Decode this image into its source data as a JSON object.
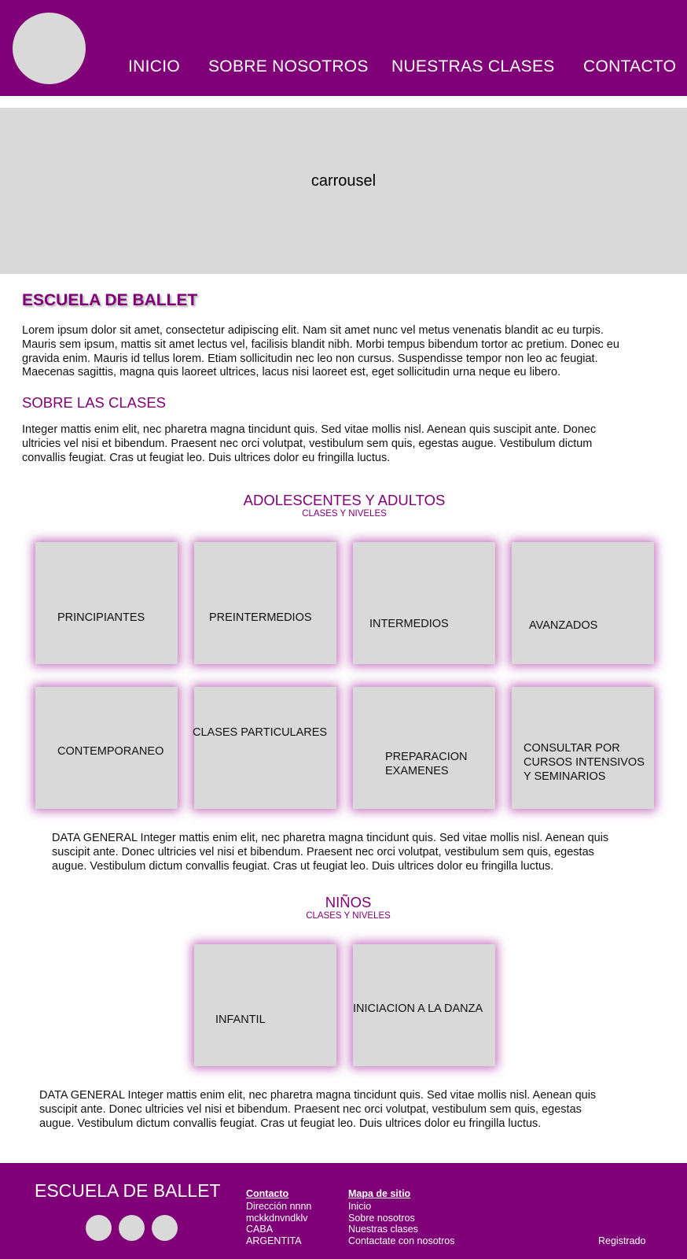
{
  "header": {
    "nav": [
      "INICIO",
      "SOBRE NOSOTROS",
      "NUESTRAS CLASES",
      "CONTACTO"
    ]
  },
  "carousel": {
    "label": "carrousel"
  },
  "intro": {
    "title": "ESCUELA DE BALLET",
    "lines": [
      "Lorem ipsum dolor sit amet, consectetur adipiscing elit. Nam sit amet nunc vel metus venenatis blandit ac eu turpis.",
      "Mauris sem ipsum, mattis sit amet lectus vel, facilisis blandit nibh. Morbi tempus bibendum tortor ac pretium. Donec eu",
      "gravida enim. Mauris id tellus lorem. Etiam sollicitudin nec leo non cursus. Suspendisse tempor non leo ac feugiat.",
      "Maecenas sagittis, magna quis laoreet ultrices, lacus nisi laoreet est, eget sollicitudin urna neque eu libero."
    ]
  },
  "about_classes": {
    "title": "SOBRE LAS CLASES",
    "lines": [
      "Integer mattis enim elit, nec pharetra magna tincidunt quis. Sed vitae mollis nisl. Aenean quis suscipit ante. Donec",
      "ultricies vel nisi et bibendum. Praesent nec orci volutpat, vestibulum sem quis, egestas augue. Vestibulum dictum",
      "convallis feugiat. Cras ut feugiat leo. Duis ultrices dolor eu fringilla luctus."
    ]
  },
  "adults": {
    "title": "ADOLESCENTES Y ADULTOS",
    "subtitle": "CLASES Y NIVELES",
    "cards": [
      [
        "PRINCIPIANTES"
      ],
      [
        "PREINTERMEDIOS"
      ],
      [
        "INTERMEDIOS"
      ],
      [
        "AVANZADOS"
      ],
      [
        "CONTEMPORANEO"
      ],
      [
        "CLASES PARTICULARES"
      ],
      [
        "PREPARACION",
        "EXAMENES"
      ],
      [
        "CONSULTAR POR",
        "CURSOS INTENSIVOS",
        "Y SEMINARIOS"
      ]
    ],
    "info": [
      "DATA GENERAL Integer mattis enim elit, nec pharetra magna tincidunt quis. Sed vitae mollis nisl. Aenean quis",
      "suscipit ante. Donec ultricies vel nisi et bibendum. Praesent nec orci volutpat, vestibulum sem quis, egestas",
      "augue. Vestibulum dictum convallis feugiat. Cras ut feugiat leo. Duis ultrices dolor eu fringilla luctus."
    ]
  },
  "kids": {
    "title": "NIÑOS",
    "subtitle": "CLASES Y NIVELES",
    "cards": [
      [
        "INFANTIL"
      ],
      [
        "INICIACION A LA DANZA"
      ]
    ],
    "info": [
      "DATA GENERAL Integer mattis enim elit, nec pharetra magna tincidunt quis. Sed vitae mollis nisl. Aenean quis",
      "suscipit ante. Donec ultricies vel nisi et bibendum. Praesent nec orci volutpat, vestibulum sem quis, egestas",
      "augue. Vestibulum dictum convallis feugiat. Cras ut feugiat leo. Duis ultrices dolor eu fringilla luctus."
    ]
  },
  "footer": {
    "title": "ESCUELA DE BALLET",
    "contact": {
      "heading": "Contacto",
      "lines": [
        "Dirección nnnn",
        "mckkdnvndklv",
        "CABA",
        "ARGENTITA"
      ]
    },
    "sitemap": {
      "heading": "Mapa de sitio",
      "links": [
        "Inicio",
        "Sobre nosotros",
        "Nuestras clases",
        "Contactate con nosotros"
      ]
    },
    "registered": "Registrado"
  },
  "colors": {
    "brand_purple": "#800078",
    "placeholder_gray": "#d9d9d9"
  }
}
